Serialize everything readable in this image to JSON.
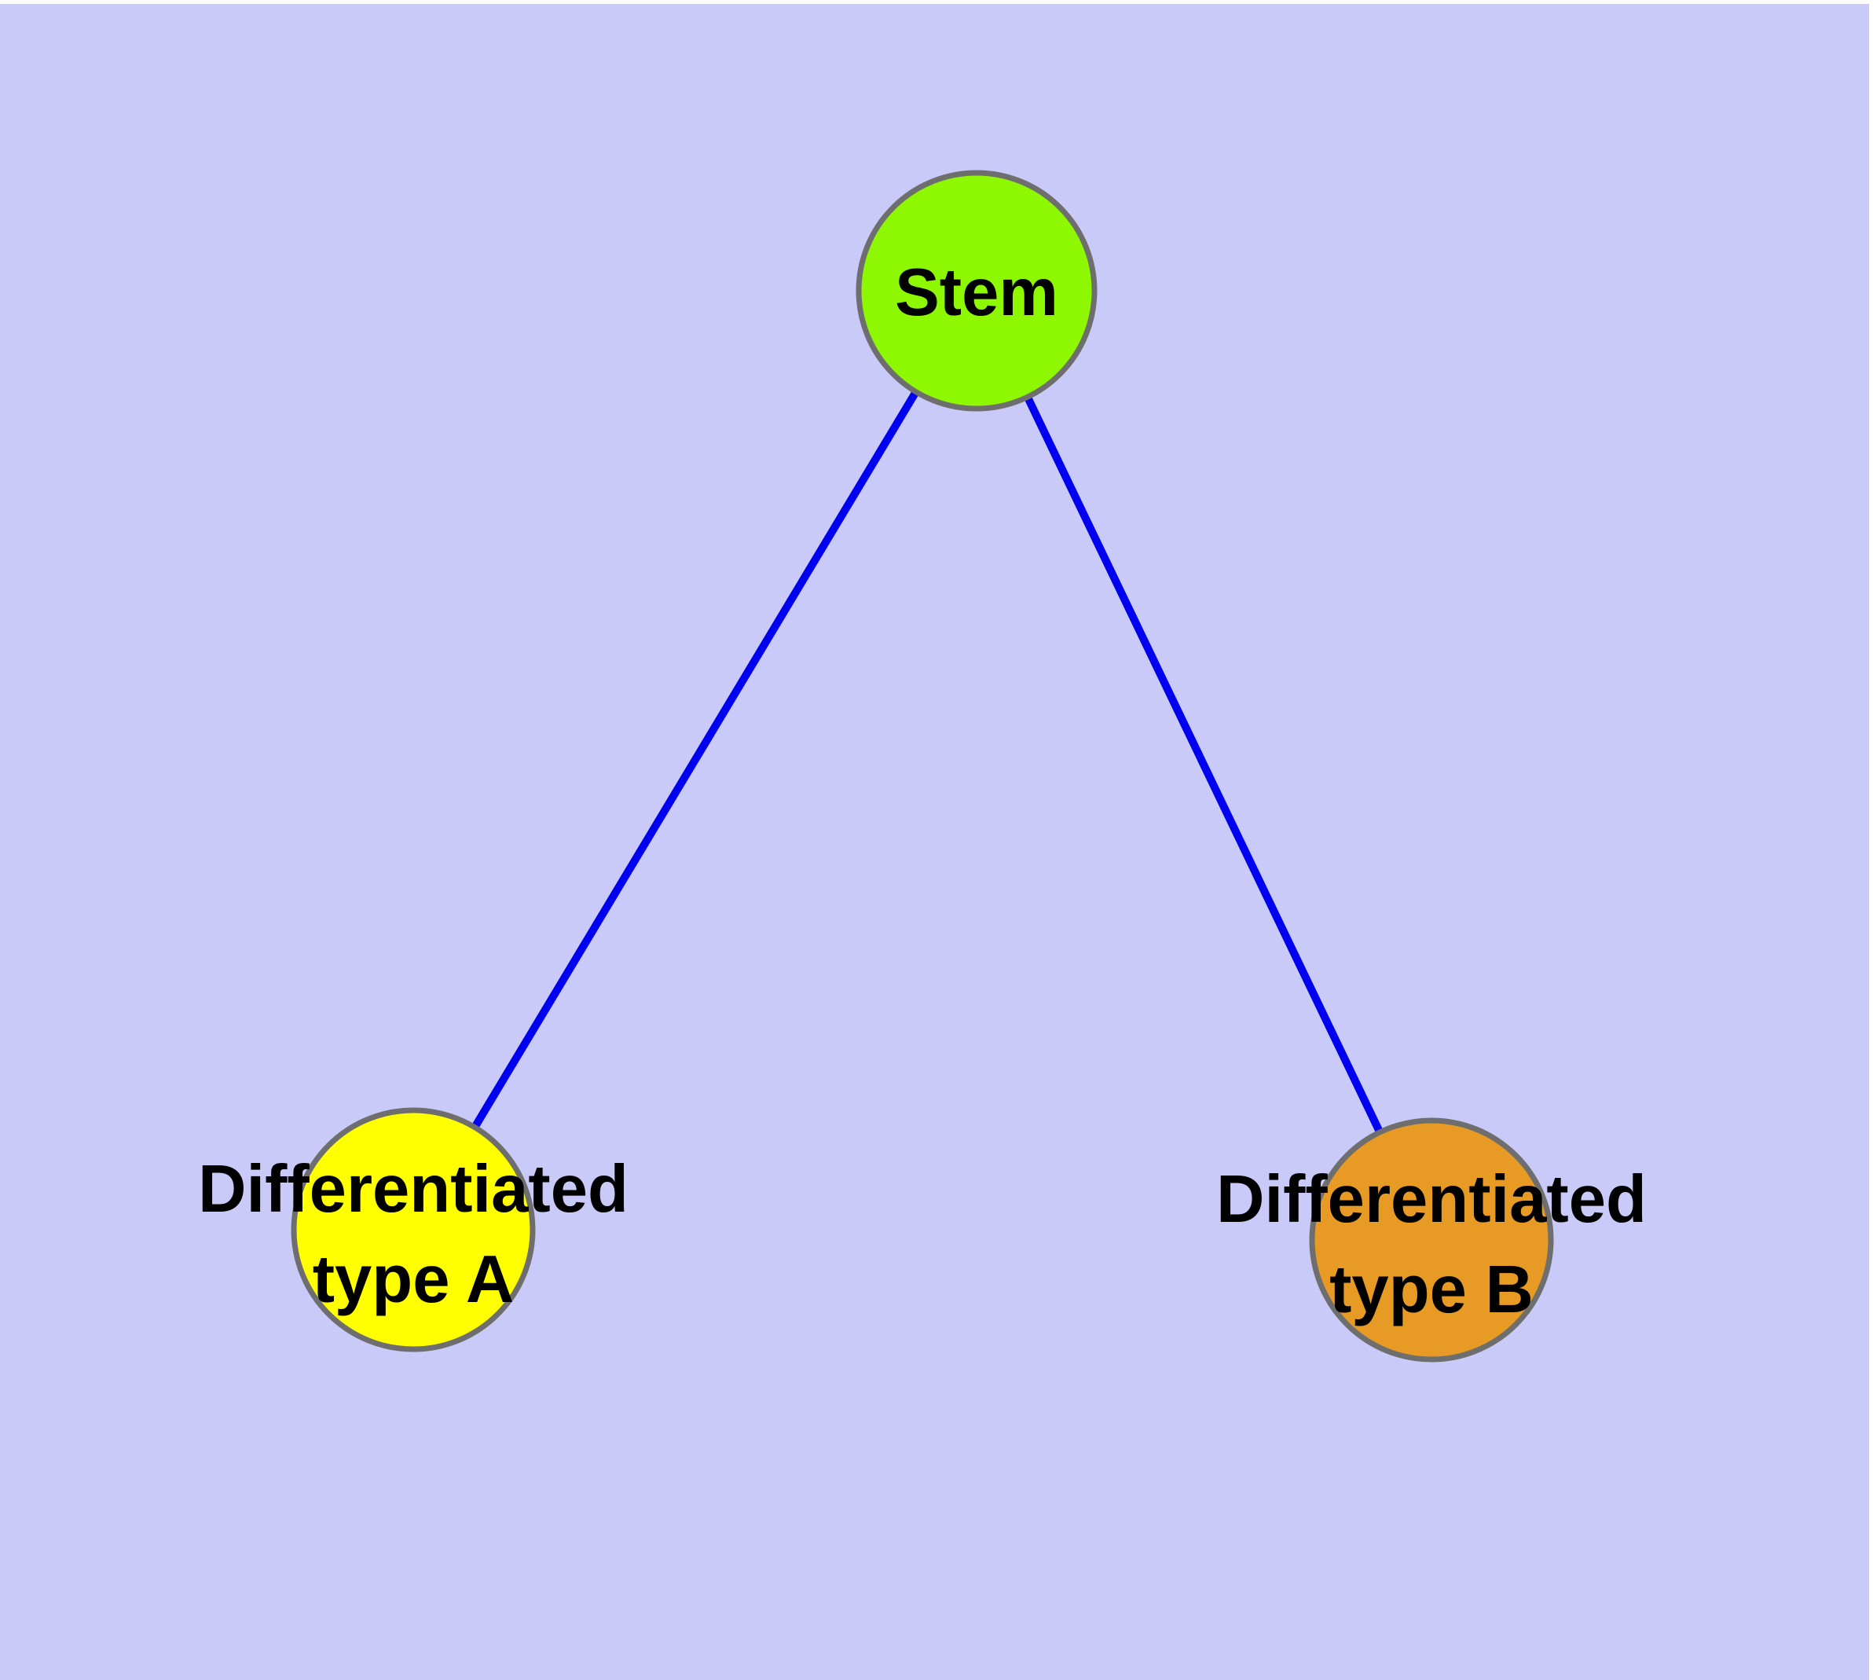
{
  "diagram": {
    "background_color": "#cacaf8",
    "margin_color": "#ffffff",
    "edge_color": "#0000f0",
    "node_border_color": "#6e6e6e",
    "label_color": "#000000",
    "nodes": [
      {
        "id": "stem",
        "label": "Stem",
        "fill": "#8df802"
      },
      {
        "id": "diff-a",
        "label_line1": "Differentiated",
        "label_line2": "type A",
        "fill": "#ffff00"
      },
      {
        "id": "diff-b",
        "label_line1": "Differentiated",
        "label_line2": "type B",
        "fill": "#e79a24"
      }
    ],
    "edges": [
      {
        "from": "stem",
        "to": "diff-a"
      },
      {
        "from": "stem",
        "to": "diff-b"
      }
    ]
  }
}
